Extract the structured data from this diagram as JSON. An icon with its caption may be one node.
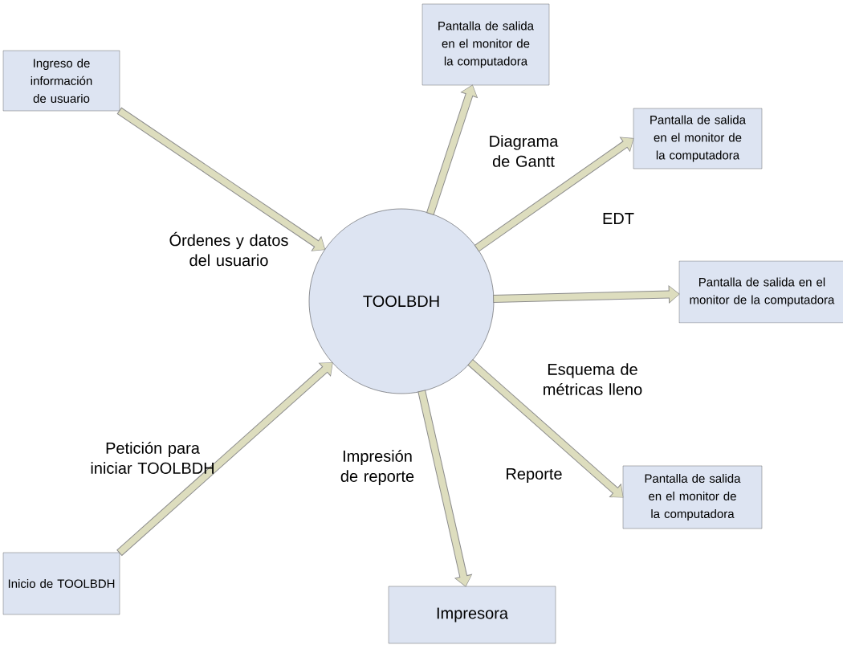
{
  "diagram": {
    "nodes": [
      {
        "text": [
          "Ingreso de información de usuario"
        ]
      },
      {
        "text": [
          "Inicio de TOOLBDH"
        ]
      },
      {
        "text": [
          "TOOLBDH"
        ]
      },
      {
        "text": [
          "Pantalla de salida en el monitor de la computadora"
        ]
      },
      {
        "text": [
          "Pantalla de salida en el monitor de la computadora"
        ]
      },
      {
        "text": [
          "Pantalla de salida en el monitor de la computadora"
        ]
      },
      {
        "text": [
          "Pantalla de salida en el monitor de la computadora"
        ]
      },
      {
        "text": [
          "Impresora"
        ]
      }
    ],
    "edges": [
      {
        "from": 0,
        "to": 2,
        "arrow": "to",
        "label": "Órdenes y datos del usuario"
      },
      {
        "from": 1,
        "to": 2,
        "arrow": "to",
        "label": "Petición para iniciar TOOLBDH"
      },
      {
        "from": 2,
        "to": 3,
        "arrow": "to",
        "label": "Diagrama de Gantt"
      },
      {
        "from": 2,
        "to": 4,
        "arrow": "to",
        "label": "EDT"
      },
      {
        "from": 2,
        "to": 5,
        "arrow": "to",
        "label": "Esquema de métricas lleno"
      },
      {
        "from": 2,
        "to": 6,
        "arrow": "to",
        "label": "Reporte"
      },
      {
        "from": 2,
        "to": 7,
        "arrow": "to",
        "label": "Impresión de reporte"
      }
    ]
  }
}
